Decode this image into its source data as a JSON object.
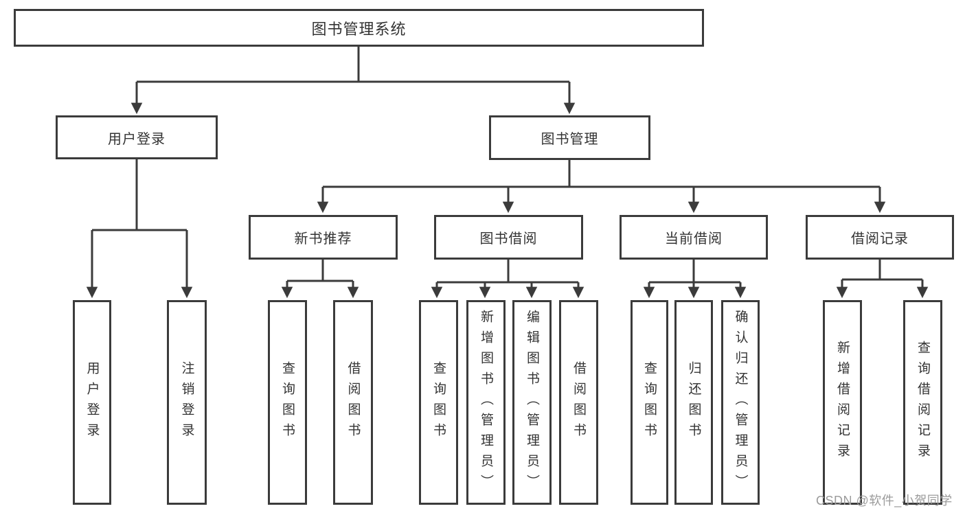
{
  "nodes": {
    "root": "图书管理系统",
    "branches": [
      {
        "label": "用户登录",
        "leaves": [
          "用户登录",
          "注销登录"
        ]
      },
      {
        "label": "图书管理",
        "groups": [
          {
            "label": "新书推荐",
            "leaves": [
              "查询图书",
              "借阅图书"
            ]
          },
          {
            "label": "图书借阅",
            "leaves": [
              "查询图书",
              "新增图书（管理员）",
              "编辑图书（管理员）",
              "借阅图书"
            ]
          },
          {
            "label": "当前借阅",
            "leaves": [
              "查询图书",
              "归还图书",
              "确认归还（管理员）"
            ]
          },
          {
            "label": "借阅记录",
            "leaves": [
              "新增借阅记录",
              "查询借阅记录"
            ]
          }
        ]
      }
    ]
  },
  "watermark": "CSDN @软件_小贺同学",
  "colors": {
    "line": "#3b3b3b",
    "text": "#333333",
    "watermark": "#9b9b9b",
    "background": "#ffffff"
  }
}
